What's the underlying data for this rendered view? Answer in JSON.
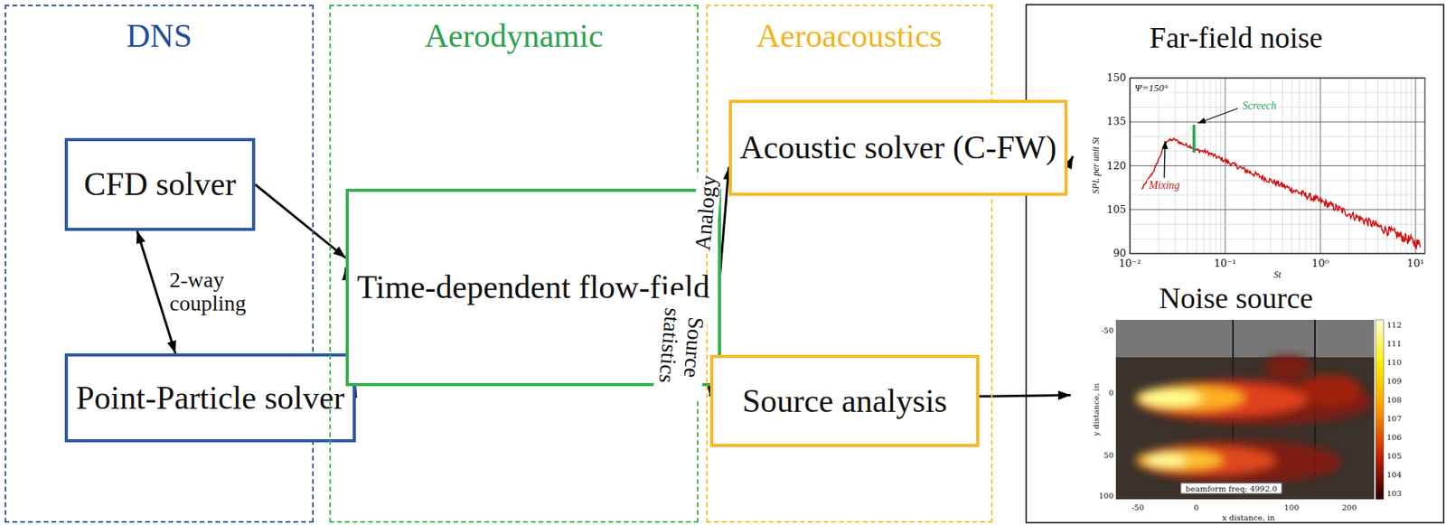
{
  "diagram": {
    "nodes": [
      {
        "text": [
          "DNS"
        ]
      },
      {
        "text": [
          "CFD solver"
        ],
        "in": 0
      },
      {
        "text": [
          "Point-Particle solver"
        ],
        "in": 0
      },
      {
        "text": [
          "Aerodynamic"
        ]
      },
      {
        "text": [
          "Time-dependent flow-field"
        ],
        "in": 3
      },
      {
        "text": [
          "Aeroacoustics"
        ]
      },
      {
        "text": [
          "Acoustic solver (C-FW)"
        ],
        "in": 5
      },
      {
        "text": [
          "Source analysis"
        ],
        "in": 5
      },
      {
        "text": [
          "Far-field noise"
        ]
      },
      {
        "text": [
          "Noise source"
        ]
      }
    ],
    "edges": [
      {
        "from": 1,
        "to": 2,
        "arrow": "both",
        "label": "2-way coupling"
      },
      {
        "from": 1,
        "to": 4,
        "arrow": "to"
      },
      {
        "from": 2,
        "to": 4,
        "arrow": "to"
      },
      {
        "from": 4,
        "to": 6,
        "arrow": "to",
        "label": "Analogy"
      },
      {
        "from": 4,
        "to": 7,
        "arrow": "to",
        "label": "Source statistics"
      },
      {
        "from": 6,
        "to": 8,
        "arrow": "to"
      },
      {
        "from": 7,
        "to": 9,
        "arrow": "to"
      }
    ],
    "labels": [
      "Ψ=150°",
      "Screech",
      "Mixing",
      "SPL per unit St",
      "150",
      "135",
      "120",
      "105",
      "90",
      "10⁻²",
      "10⁻¹",
      "10⁰",
      "10¹",
      "St",
      "y distance, in",
      "-50",
      "0",
      "50",
      "100",
      "-50",
      "0",
      "100",
      "200",
      "x distance, in",
      "beamform freq: 4992.0",
      "112",
      "111",
      "110",
      "109",
      "108",
      "107",
      "106",
      "105",
      "104",
      "103"
    ]
  }
}
